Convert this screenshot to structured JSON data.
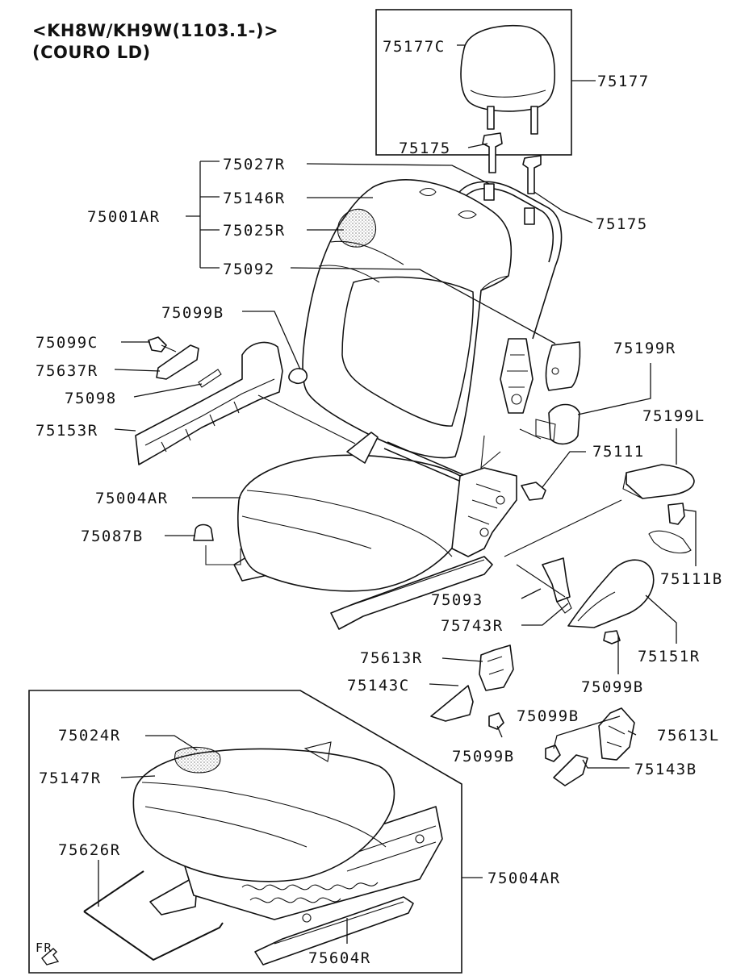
{
  "title": {
    "line1": "<KH8W/KH9W(1103.1-)>",
    "line2": "(COURO LD)"
  },
  "direction_marker": "FR",
  "labels": {
    "l_75177C": "75177C",
    "l_75177": "75177",
    "l_75175_a": "75175",
    "l_75175_b": "75175",
    "l_75027R": "75027R",
    "l_75146R": "75146R",
    "l_75001AR": "75001AR",
    "l_75025R": "75025R",
    "l_75092": "75092",
    "l_75099B_a": "75099B",
    "l_75099C": "75099C",
    "l_75637R": "75637R",
    "l_75098": "75098",
    "l_75153R": "75153R",
    "l_75199R": "75199R",
    "l_75199L": "75199L",
    "l_75111": "75111",
    "l_75004AR_a": "75004AR",
    "l_75087B": "75087B",
    "l_75111B": "75111B",
    "l_75093": "75093",
    "l_75743R": "75743R",
    "l_75151R": "75151R",
    "l_75613R": "75613R",
    "l_75143C": "75143C",
    "l_75099B_b": "75099B",
    "l_75099B_c": "75099B",
    "l_75613L": "75613L",
    "l_75099B_d": "75099B",
    "l_75143B": "75143B",
    "l_75024R": "75024R",
    "l_75147R": "75147R",
    "l_75626R": "75626R",
    "l_75004AR_b": "75004AR",
    "l_75604R": "75604R"
  }
}
